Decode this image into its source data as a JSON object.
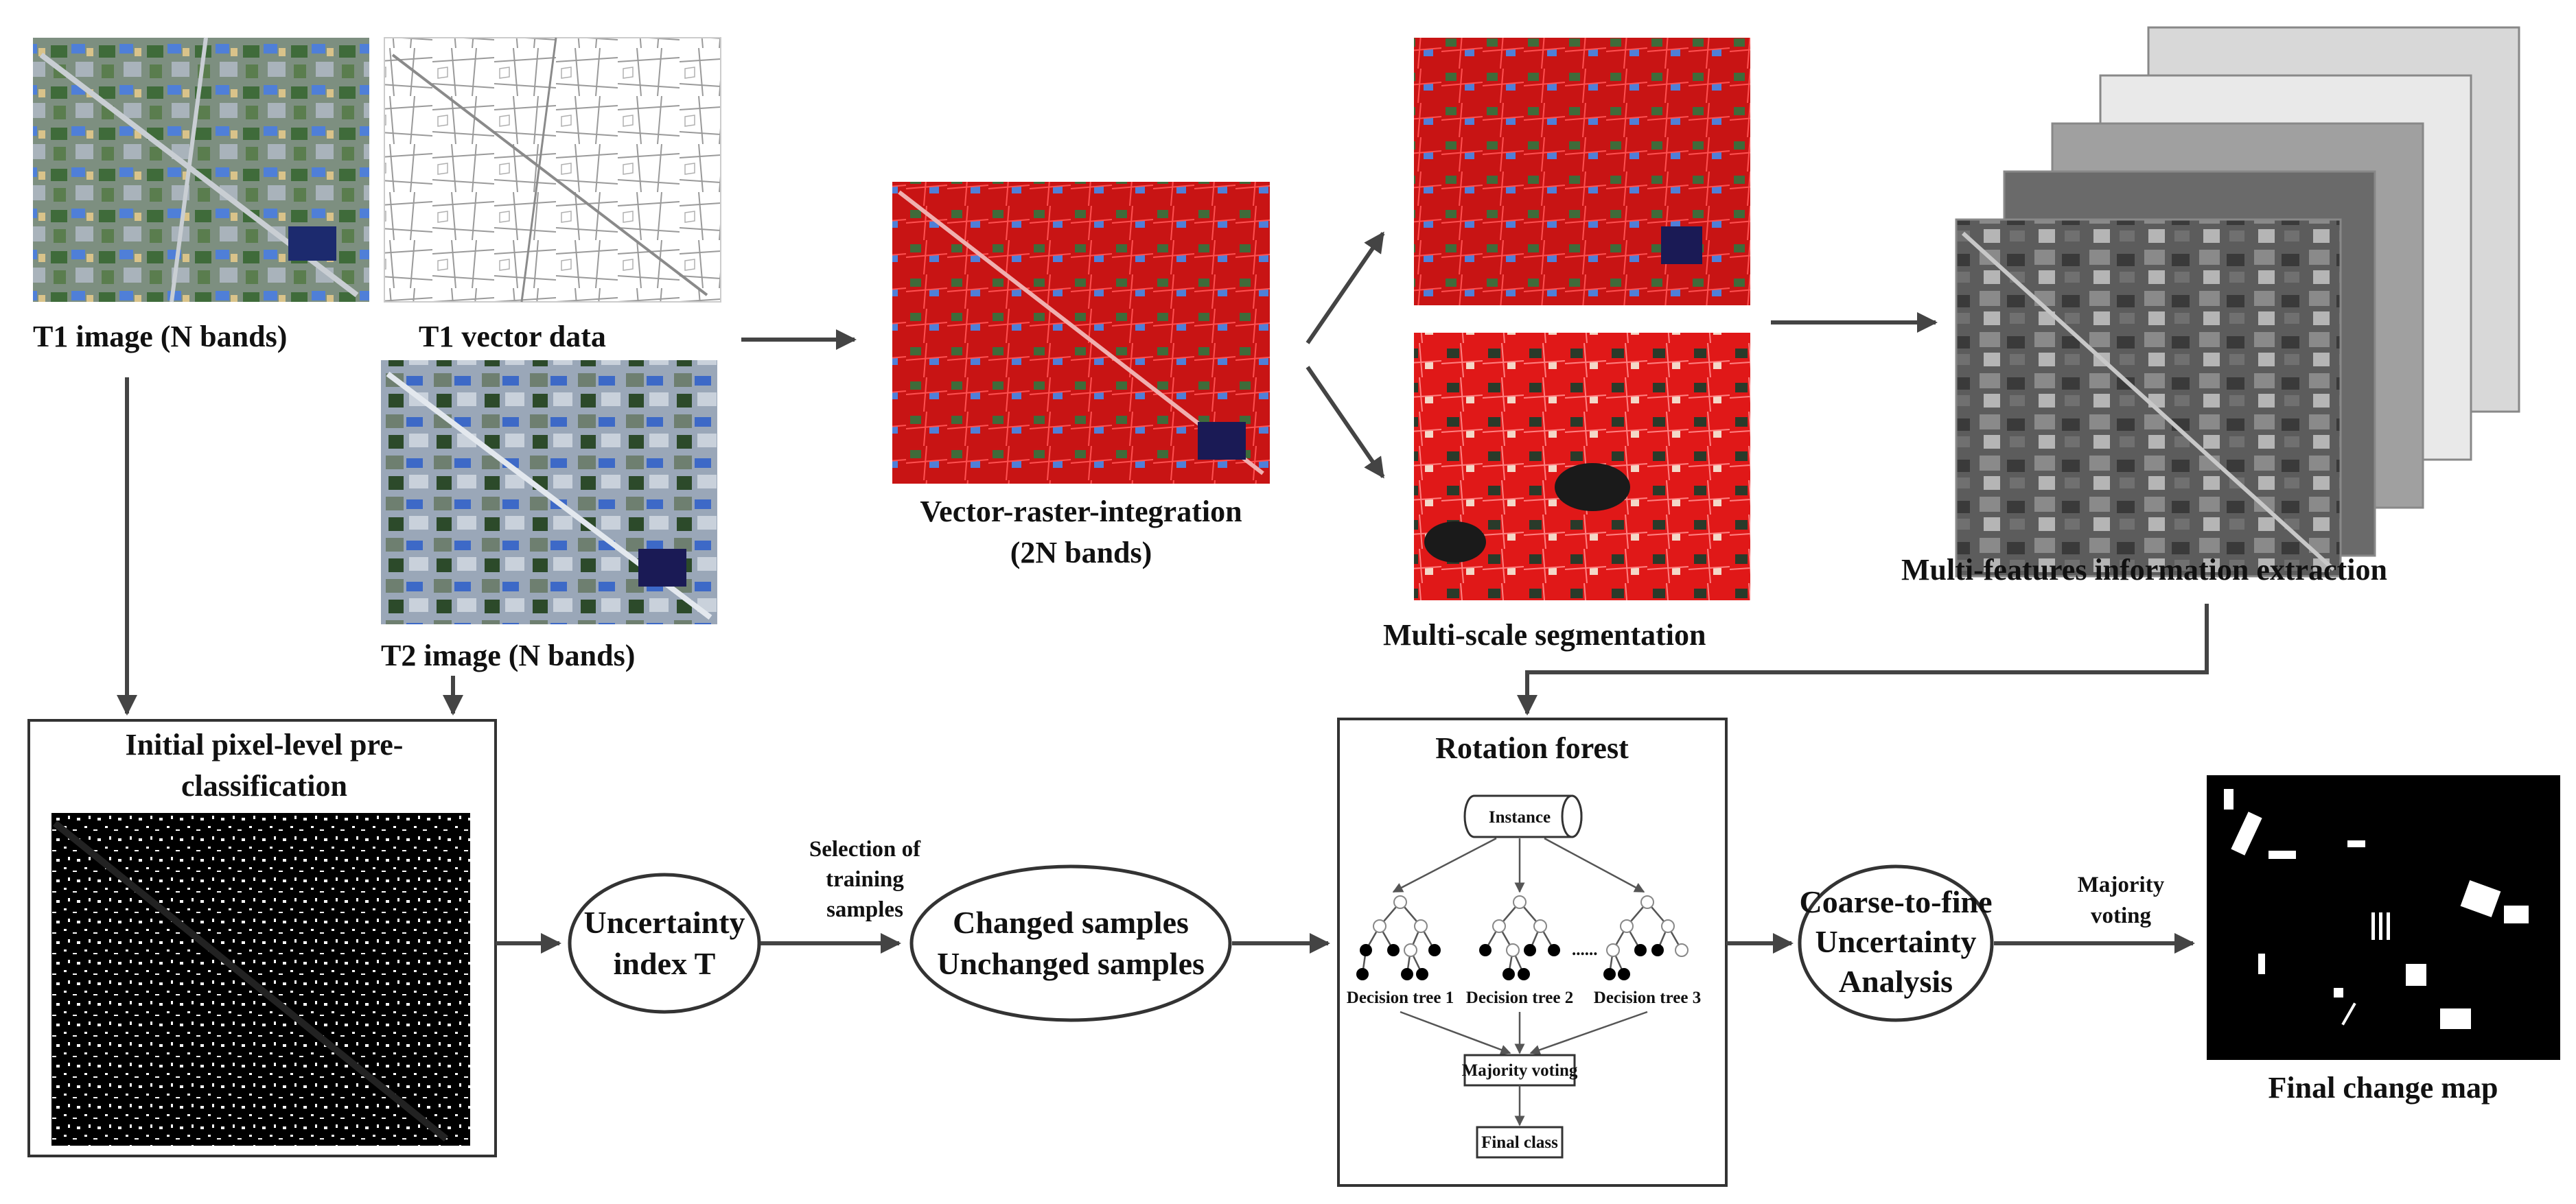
{
  "labels": {
    "t1_image": "T1 image (N bands)",
    "t1_vector": "T1 vector data",
    "t2_image": "T2 image (N bands)",
    "vri_line1": "Vector-raster-integration",
    "vri_line2": "(2N bands)",
    "multiscale": "Multi-scale segmentation",
    "multifeatures": "Multi-features information extraction",
    "initial_line1": "Initial pixel-level pre-",
    "initial_line2": "classification",
    "uncertainty_line1": "Uncertainty",
    "uncertainty_line2": "index T",
    "selection_line1": "Selection of",
    "selection_line2": "training",
    "selection_line3": "samples",
    "changed": "Changed samples",
    "unchanged": "Unchanged samples",
    "rotation_forest": "Rotation forest",
    "instance": "Instance",
    "dots": "......",
    "tree1": "Decision tree 1",
    "tree2": "Decision tree 2",
    "tree3": "Decision tree 3",
    "rf_majority": "Majority voting",
    "final_class": "Final class",
    "coarse_line1": "Coarse-to-fine",
    "coarse_line2": "Uncertainty",
    "coarse_line3": "Analysis",
    "majority_line1": "Majority",
    "majority_line2": "voting",
    "final_map": "Final change map"
  },
  "colors": {
    "arrow": "#444444",
    "segmentation": "#e01818",
    "vegetation": "#3f6b3a",
    "urban": "#8c9aa8",
    "buildings": "#4f7fd8",
    "background": "#ffffff"
  }
}
